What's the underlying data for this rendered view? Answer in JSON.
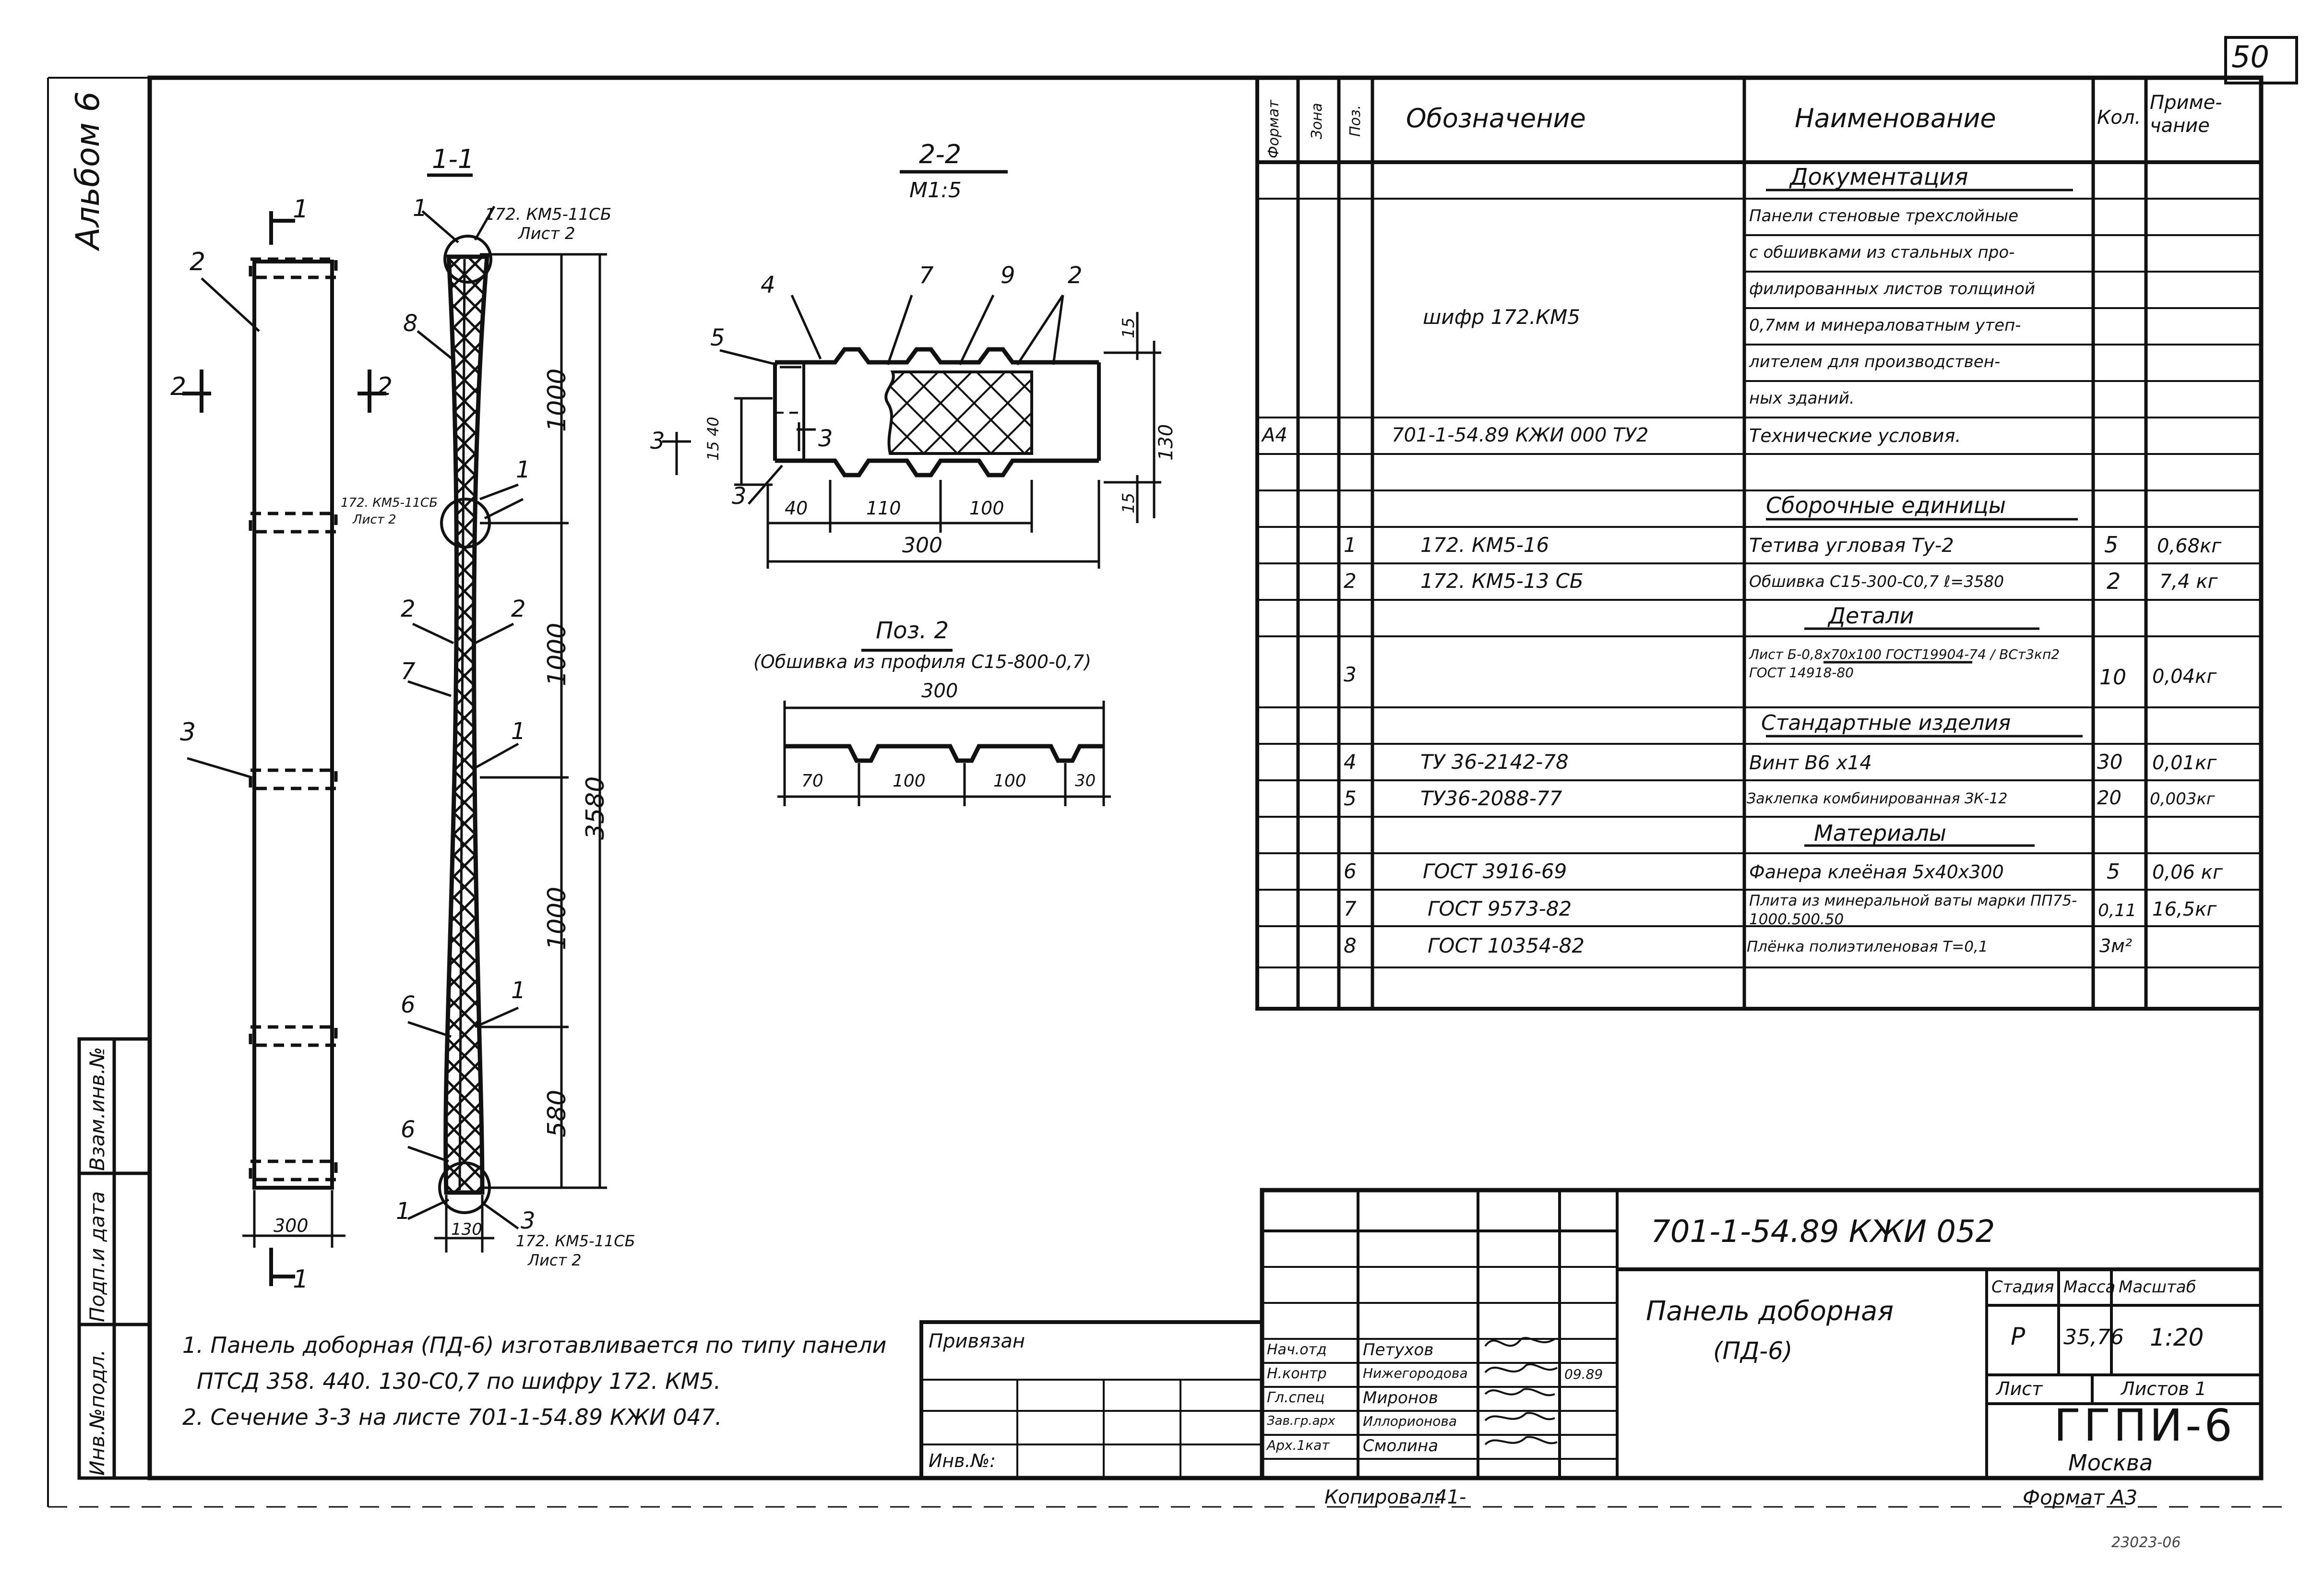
{
  "page_number": "50",
  "album": "Альбом 6",
  "views": {
    "section_1_1": "1-1",
    "section_2_2": "2-2",
    "scale_2_2": "М1:5",
    "ref_top": "172. КМ5-11СБ",
    "ref_top_sheet": "Лист 2",
    "ref_mid": "172. КМ5-11СБ",
    "ref_mid_sheet": "Лист 2",
    "ref_bottom": "172. КМ5-11СБ",
    "ref_bottom_sheet": "Лист 2",
    "dim_1000_a": "1000",
    "dim_1000_b": "1000",
    "dim_1000_c": "1000",
    "dim_580": "580",
    "dim_3580": "3580",
    "dim_300_elev": "300",
    "dim_130_side": "130",
    "dim_15_top": "15",
    "dim_130_right": "130",
    "dim_15_bottom": "15",
    "dim_15_40": "15 40",
    "dim_40": "40",
    "dim_110": "110",
    "dim_100": "100",
    "dim_300_sec": "300",
    "poz2_title": "Поз. 2",
    "poz2_sub": "(Обшивка из профиля С15-800-0,7)",
    "poz2_dim_300": "300",
    "poz2_dim_70": "70",
    "poz2_dim_100a": "100",
    "poz2_dim_100b": "100",
    "poz2_dim_30": "30",
    "cut_labels": [
      "1",
      "1",
      "2",
      "2",
      "3",
      "3"
    ],
    "callouts_elev": [
      "1",
      "2",
      "3"
    ],
    "callouts_sec": [
      "1",
      "8",
      "1",
      "2",
      "2",
      "7",
      "1",
      "1",
      "6",
      "6",
      "1",
      "3"
    ],
    "callouts_22": [
      "4",
      "5",
      "7",
      "9",
      "2",
      "3"
    ]
  },
  "spec_table": {
    "headers": {
      "format": "Формат",
      "zone": "Зона",
      "pos": "Поз.",
      "designation": "Обозначение",
      "name": "Наименование",
      "qty": "Кол.",
      "note": "Приме-чание"
    },
    "rows": [
      {
        "format": "",
        "pos": "",
        "designation": "",
        "name": "Документация",
        "qty": "",
        "note": "",
        "heading": true
      },
      {
        "format": "",
        "pos": "",
        "designation": "шифр 172.КМ5",
        "name": "Панели стеновые трехслойные",
        "qty": "",
        "note": ""
      },
      {
        "format": "",
        "pos": "",
        "designation": "",
        "name": "с обшивками из стальных про-",
        "qty": "",
        "note": ""
      },
      {
        "format": "",
        "pos": "",
        "designation": "",
        "name": "филированных листов толщиной",
        "qty": "",
        "note": ""
      },
      {
        "format": "",
        "pos": "",
        "designation": "",
        "name": "0,7мм и минераловатным утеп-",
        "qty": "",
        "note": ""
      },
      {
        "format": "",
        "pos": "",
        "designation": "",
        "name": "лителем для производствен-",
        "qty": "",
        "note": ""
      },
      {
        "format": "",
        "pos": "",
        "designation": "",
        "name": "ных зданий.",
        "qty": "",
        "note": ""
      },
      {
        "format": "А4",
        "pos": "",
        "designation": "701-1-54.89 КЖИ 000 ТУ2",
        "name": "Технические условия.",
        "qty": "",
        "note": ""
      },
      {
        "format": "",
        "pos": "",
        "designation": "",
        "name": "Сборочные единицы",
        "qty": "",
        "note": "",
        "heading": true
      },
      {
        "format": "",
        "pos": "1",
        "designation": "172. КМ5-16",
        "name": "Тетива угловая Ту-2",
        "qty": "5",
        "note": "0,68кг"
      },
      {
        "format": "",
        "pos": "2",
        "designation": "172. КМ5-13 СБ",
        "name": "Обшивка С15-300-С0,7 ℓ=3580",
        "qty": "2",
        "note": "7,4 кг"
      },
      {
        "format": "",
        "pos": "",
        "designation": "",
        "name": "Детали",
        "qty": "",
        "note": "",
        "heading": true
      },
      {
        "format": "",
        "pos": "3",
        "designation": "",
        "name": "Лист Б-0,8х70х100 ГОСТ19904-74 / ВСт3кп2 ГОСТ 14918-80",
        "qty": "10",
        "note": "0,04кг"
      },
      {
        "format": "",
        "pos": "",
        "designation": "",
        "name": "Стандартные изделия",
        "qty": "",
        "note": "",
        "heading": true
      },
      {
        "format": "",
        "pos": "4",
        "designation": "ТУ 36-2142-78",
        "name": "Винт В6 х14",
        "qty": "30",
        "note": "0,01кг"
      },
      {
        "format": "",
        "pos": "5",
        "designation": "ТУ36-2088-77",
        "name": "Заклепка комбинированная ЗК-12",
        "qty": "20",
        "note": "0,003кг"
      },
      {
        "format": "",
        "pos": "",
        "designation": "",
        "name": "Материалы",
        "qty": "",
        "note": "",
        "heading": true
      },
      {
        "format": "",
        "pos": "6",
        "designation": "ГОСТ 3916-69",
        "name": "Фанера клеёная 5х40х300",
        "qty": "5",
        "note": "0,06 кг"
      },
      {
        "format": "",
        "pos": "7",
        "designation": "ГОСТ 9573-82",
        "name": "Плита из минеральной ваты марки ПП75-1000.500.50",
        "qty": "0,11",
        "note": "16,5кг"
      },
      {
        "format": "",
        "pos": "8",
        "designation": "ГОСТ 10354-82",
        "name": "Плёнка полиэтиленовая Т=0,1",
        "qty": "3м²",
        "note": ""
      }
    ]
  },
  "notes": [
    "1. Панель доборная (ПД-6) изготавливается по типу панели",
    "ПТСД 358. 440. 130-С0,7 по шифру 172. КМ5.",
    "2. Сечение 3-3 на листе 701-1-54.89 КЖИ 047."
  ],
  "side_stamp": {
    "inv_podl": "Инв.№подл.",
    "podp_data": "Подп.и дата",
    "vzam_inv": "Взам.инв.№"
  },
  "privyazan": {
    "label": "Привязан",
    "inv_label": "Инв.№:"
  },
  "title_block": {
    "code": "701-1-54.89 КЖИ 052",
    "title_line1": "Панель доборная",
    "title_line2": "(ПД-6)",
    "roles": [
      "Нач.отд",
      "Н.контр",
      "Гл.спец",
      "Зав.гр.арх",
      "Арх.1кат"
    ],
    "names": [
      "Петухов",
      "Нижегородова",
      "Миронов",
      "Иллорионова",
      "Смолина"
    ],
    "date": "09.89",
    "stage_label": "Стадия",
    "mass_label": "Масса",
    "scale_label": "Масштаб",
    "stage": "Р",
    "mass": "35,76",
    "scale": "1:20",
    "sheet_label": "Лист",
    "sheets_label": "Листов 1",
    "org": "ГГПИ-6",
    "city": "Москва"
  },
  "footer": {
    "copied": "Копировал:",
    "copied_sign": "41-",
    "format": "Формат А3",
    "corner": "23023-06"
  }
}
